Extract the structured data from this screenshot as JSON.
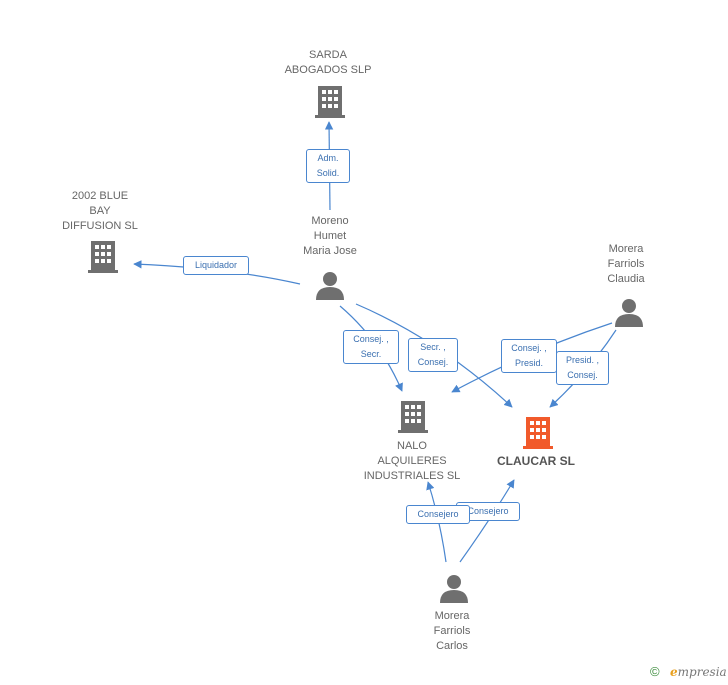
{
  "colors": {
    "edge": "#4a86cf",
    "node": "#6f6f6f",
    "focus": "#f15a2b"
  },
  "nodes": {
    "sarda": {
      "lines": [
        "SARDA",
        "ABOGADOS SLP"
      ],
      "type": "company"
    },
    "blue_bay": {
      "lines": [
        "2002 BLUE",
        "BAY",
        "DIFFUSION SL"
      ],
      "type": "company"
    },
    "moreno": {
      "lines": [
        "Moreno",
        "Humet",
        "Maria Jose"
      ],
      "type": "person"
    },
    "morera_claudia": {
      "lines": [
        "Morera",
        "Farriols",
        "Claudia"
      ],
      "type": "person"
    },
    "nalo": {
      "lines": [
        "NALO",
        "ALQUILERES",
        "INDUSTRIALES SL"
      ],
      "type": "company"
    },
    "claucar": {
      "lines": [
        "CLAUCAR SL"
      ],
      "type": "company-focus"
    },
    "morera_carlos": {
      "lines": [
        "Morera",
        "Farriols",
        "Carlos"
      ],
      "type": "person"
    }
  },
  "edges": {
    "adm": [
      "Adm.",
      "Solid."
    ],
    "liquidador": [
      "Liquidador"
    ],
    "consej_secr": [
      "Consej. ,",
      "Secr."
    ],
    "secr_consej": [
      "Secr. ,",
      "Consej."
    ],
    "consej_presid": [
      "Consej. ,",
      "Presid."
    ],
    "presid_consej": [
      "Presid. ,",
      "Consej."
    ],
    "consejero_nalo": [
      "Consejero"
    ],
    "consejero_claucar": [
      "Consejero"
    ]
  },
  "footer": {
    "copyright": "©",
    "brand_initial": "e",
    "brand_rest": "mpresia"
  }
}
